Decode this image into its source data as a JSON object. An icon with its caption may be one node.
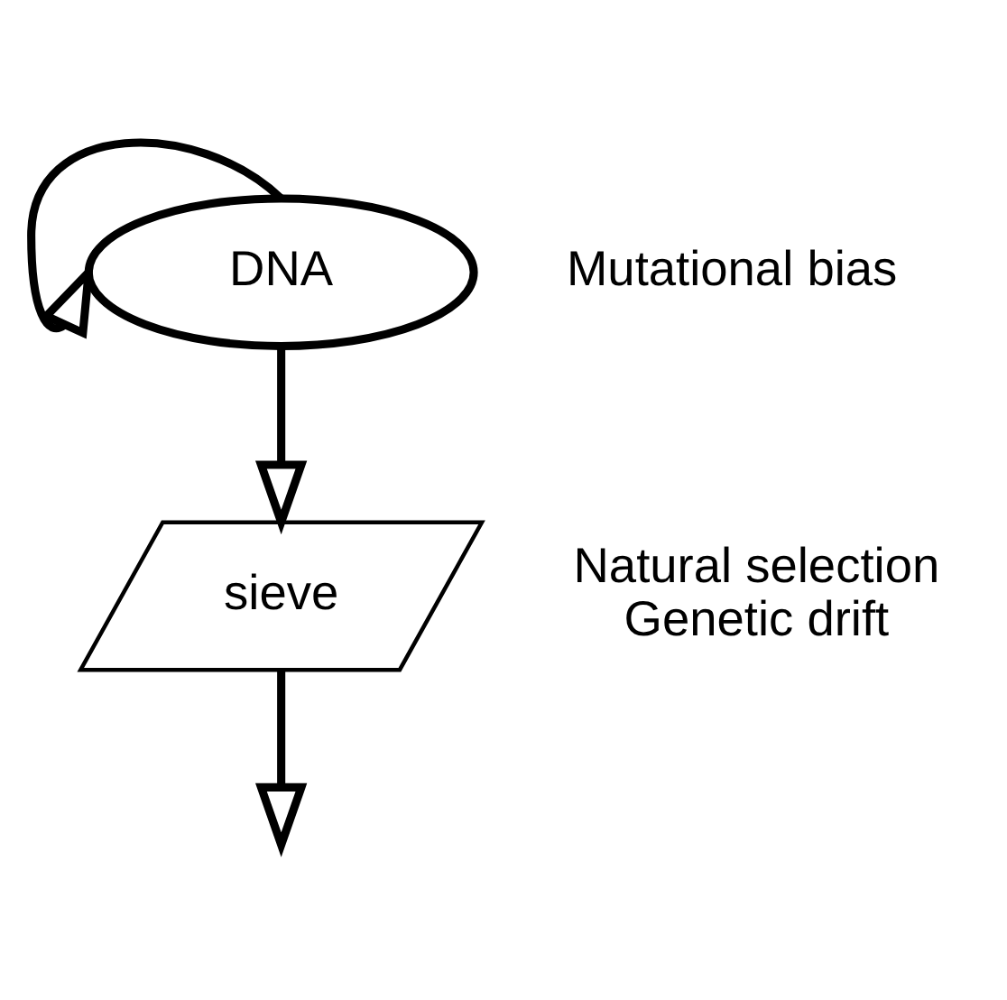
{
  "diagram": {
    "nodes": [
      {
        "text": [
          "DNA"
        ],
        "beside": [
          "Mutational bias"
        ]
      },
      {
        "text": [
          "sieve"
        ],
        "beside": [
          "Natural selection",
          "Genetic drift"
        ]
      }
    ],
    "edges": [
      {
        "from": 0,
        "to": 0,
        "arrow": "to"
      },
      {
        "from": 0,
        "to": 1,
        "arrow": "to"
      },
      {
        "from": 1,
        "to": null,
        "arrow": "to"
      }
    ]
  }
}
